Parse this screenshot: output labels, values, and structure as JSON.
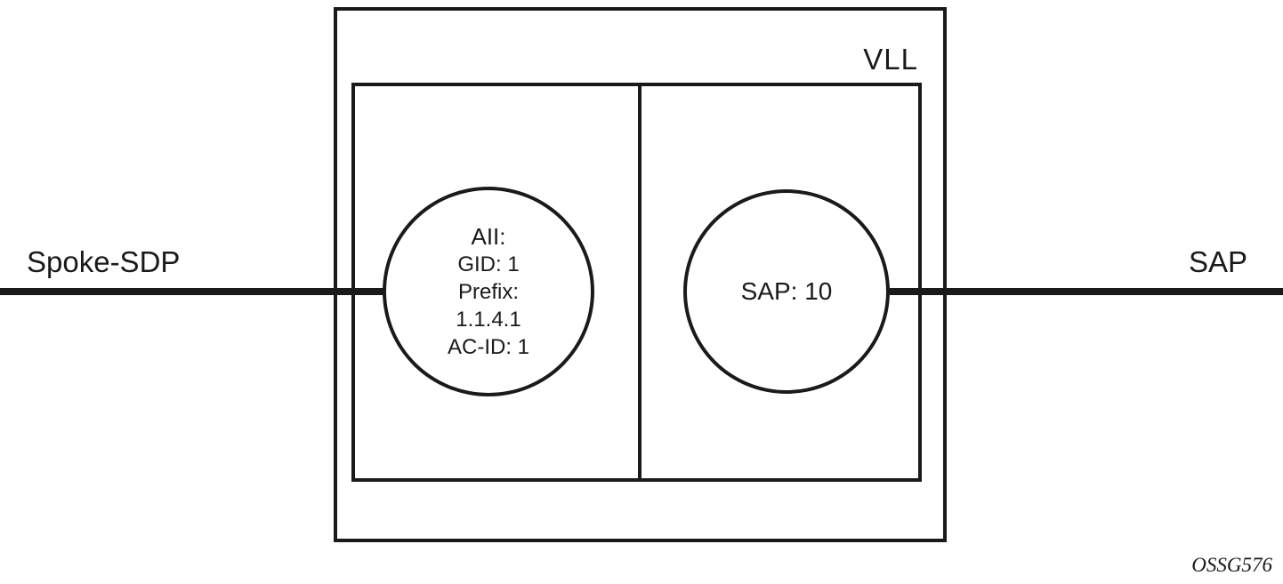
{
  "diagram": {
    "title": "VLL",
    "left_connection_label": "Spoke-SDP",
    "right_connection_label": "SAP",
    "left_endpoint": {
      "lines": [
        "AII:",
        "GID: 1",
        "Prefix:",
        "1.1.4.1",
        "AC-ID: 1"
      ]
    },
    "right_endpoint": {
      "label": "SAP: 10"
    },
    "figure_id": "OSSG576",
    "colors": {
      "stroke": "#1a1a1a",
      "background": "#ffffff"
    }
  }
}
